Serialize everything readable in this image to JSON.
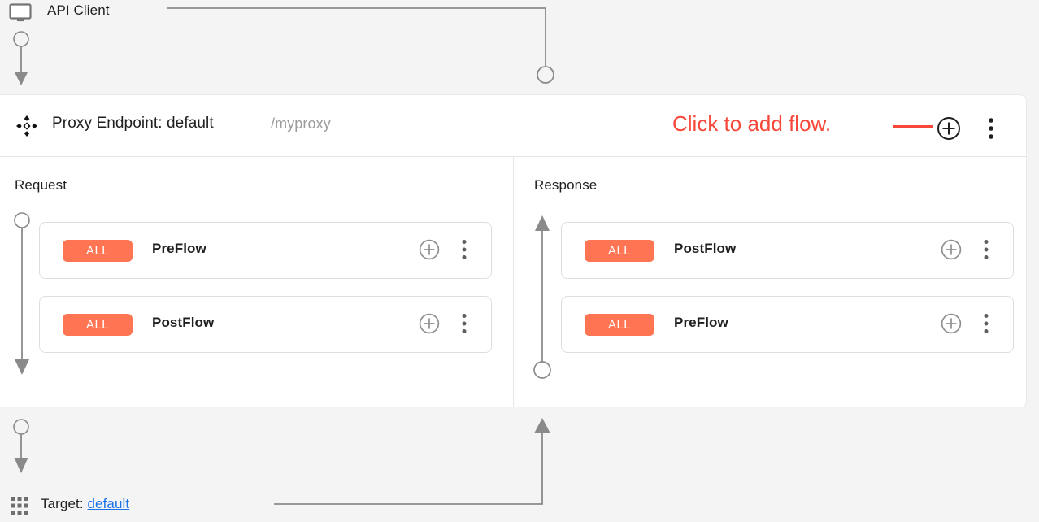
{
  "client": {
    "label": "API Client",
    "icon": "monitor-icon"
  },
  "endpoint": {
    "icon": "move-drag-icon",
    "title": "Proxy Endpoint: default",
    "path": "/myproxy",
    "add_icon": "circle-plus-icon",
    "menu_icon": "more-vert-icon"
  },
  "annotation": {
    "text": "Click to add flow.",
    "color": "#f8483a"
  },
  "columns": [
    {
      "name": "request",
      "title": "Request",
      "direction": "down",
      "flows": [
        {
          "badge": "ALL",
          "name": "PreFlow",
          "add_icon": "circle-plus-icon",
          "menu_icon": "more-vert-icon"
        },
        {
          "badge": "ALL",
          "name": "PostFlow",
          "add_icon": "circle-plus-icon",
          "menu_icon": "more-vert-icon"
        }
      ]
    },
    {
      "name": "response",
      "title": "Response",
      "direction": "up",
      "flows": [
        {
          "badge": "ALL",
          "name": "PostFlow",
          "add_icon": "circle-plus-icon",
          "menu_icon": "more-vert-icon"
        },
        {
          "badge": "ALL",
          "name": "PreFlow",
          "add_icon": "circle-plus-icon",
          "menu_icon": "more-vert-icon"
        }
      ]
    }
  ],
  "target": {
    "icon": "apps-grid-icon",
    "label": "Target:",
    "value": "default",
    "link_color": "#1a73e8"
  },
  "colors": {
    "badge": "#ff7452",
    "panel": "#ffffff",
    "background": "#f4f4f4",
    "connector": "#757575"
  }
}
